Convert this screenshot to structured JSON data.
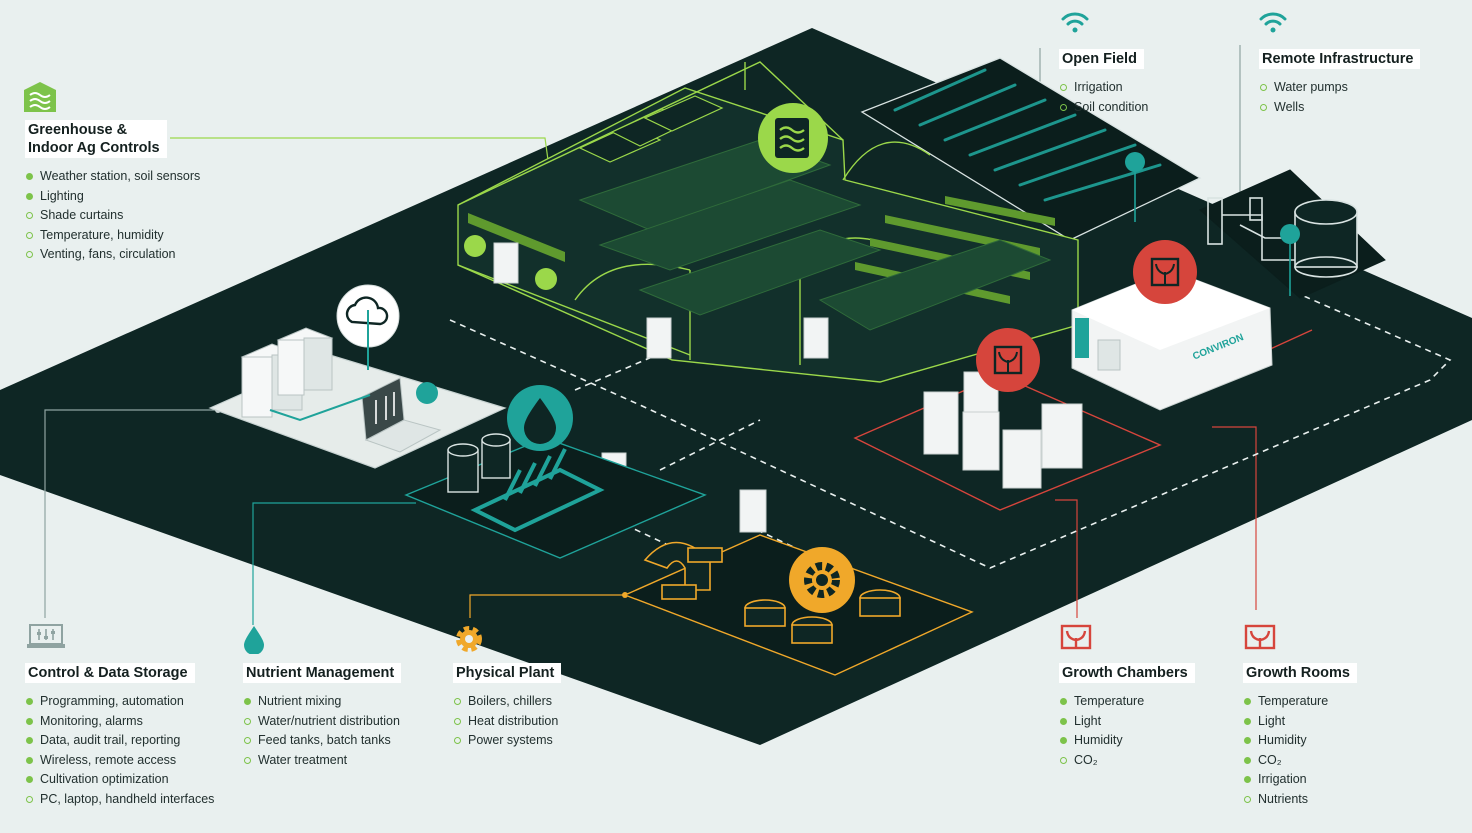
{
  "colors": {
    "background": "#e9f0ef",
    "platform": "#0e2624",
    "greenhouse": "#9bd84a",
    "teal": "#1fa39a",
    "amber": "#f0a82a",
    "red": "#d6453c",
    "bullet": "#7dc34a"
  },
  "greenhouse": {
    "icon": "greenhouse-waves-icon",
    "title": "Greenhouse &\nIndoor Ag Controls",
    "items": [
      {
        "label": "Weather station, soil sensors",
        "filled": true
      },
      {
        "label": "Lighting",
        "filled": true
      },
      {
        "label": "Shade curtains",
        "filled": false
      },
      {
        "label": "Temperature, humidity",
        "filled": false
      },
      {
        "label": "Venting, fans, circulation",
        "filled": false
      }
    ]
  },
  "open_field": {
    "icon": "wifi-icon",
    "title": "Open Field",
    "items": [
      {
        "label": "Irrigation",
        "filled": false
      },
      {
        "label": "Soil condition",
        "filled": false
      }
    ]
  },
  "remote": {
    "icon": "wifi-icon",
    "title": "Remote Infrastructure",
    "items": [
      {
        "label": "Water pumps",
        "filled": false
      },
      {
        "label": "Wells",
        "filled": false
      }
    ]
  },
  "control": {
    "icon": "laptop-sliders-icon",
    "title": "Control & Data Storage",
    "items": [
      {
        "label": "Programming, automation",
        "filled": true
      },
      {
        "label": "Monitoring, alarms",
        "filled": true
      },
      {
        "label": "Data, audit trail, reporting",
        "filled": true
      },
      {
        "label": "Wireless, remote access",
        "filled": true
      },
      {
        "label": "Cultivation optimization",
        "filled": true
      },
      {
        "label": "PC, laptop, handheld interfaces",
        "filled": false
      }
    ]
  },
  "nutrient": {
    "icon": "water-drop-icon",
    "title": "Nutrient Management",
    "items": [
      {
        "label": "Nutrient mixing",
        "filled": true
      },
      {
        "label": "Water/nutrient distribution",
        "filled": false
      },
      {
        "label": "Feed tanks, batch tanks",
        "filled": false
      },
      {
        "label": "Water treatment",
        "filled": false
      }
    ]
  },
  "physical": {
    "icon": "gear-icon",
    "title": "Physical Plant",
    "items": [
      {
        "label": "Boilers, chillers",
        "filled": false
      },
      {
        "label": "Heat distribution",
        "filled": false
      },
      {
        "label": "Power systems",
        "filled": false
      }
    ]
  },
  "chambers": {
    "icon": "plant-box-icon",
    "title": "Growth Chambers",
    "items": [
      {
        "label": "Temperature",
        "filled": true
      },
      {
        "label": "Light",
        "filled": true
      },
      {
        "label": "Humidity",
        "filled": true
      },
      {
        "label": "CO₂",
        "filled": false
      }
    ]
  },
  "rooms": {
    "icon": "plant-box-icon",
    "title": "Growth Rooms",
    "items": [
      {
        "label": "Temperature",
        "filled": true
      },
      {
        "label": "Light",
        "filled": true
      },
      {
        "label": "Humidity",
        "filled": true
      },
      {
        "label": "CO₂",
        "filled": true
      },
      {
        "label": "Irrigation",
        "filled": true
      },
      {
        "label": "Nutrients",
        "filled": false
      }
    ]
  },
  "brand": {
    "room_label": "CONVIRON"
  }
}
